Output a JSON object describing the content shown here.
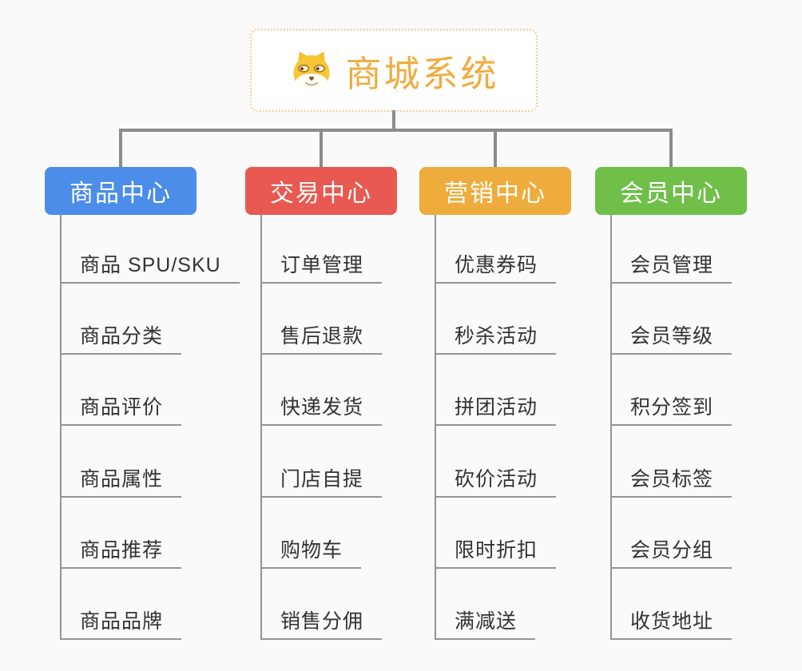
{
  "root": {
    "title": "商城系统",
    "icon": "doge-icon"
  },
  "branches": [
    {
      "id": "product-center",
      "label": "商品中心",
      "color": "#4B8DE8",
      "items": [
        "商品 SPU/SKU",
        "商品分类",
        "商品评价",
        "商品属性",
        "商品推荐",
        "商品品牌"
      ]
    },
    {
      "id": "trade-center",
      "label": "交易中心",
      "color": "#E85951",
      "items": [
        "订单管理",
        "售后退款",
        "快递发货",
        "门店自提",
        "购物车",
        "销售分佣"
      ]
    },
    {
      "id": "marketing-center",
      "label": "营销中心",
      "color": "#EDAC3C",
      "items": [
        "优惠券码",
        "秒杀活动",
        "拼团活动",
        "砍价活动",
        "限时折扣",
        "满减送"
      ]
    },
    {
      "id": "member-center",
      "label": "会员中心",
      "color": "#6FBF49",
      "items": [
        "会员管理",
        "会员等级",
        "积分签到",
        "会员标签",
        "会员分组",
        "收货地址"
      ]
    }
  ],
  "colors": {
    "background": "#FAFAFA",
    "root_accent": "#F0AC3F",
    "root_border": "#F6CE8F",
    "connector": "#8C8C8C",
    "branch_line": "#949494",
    "item_text": "#333333"
  }
}
